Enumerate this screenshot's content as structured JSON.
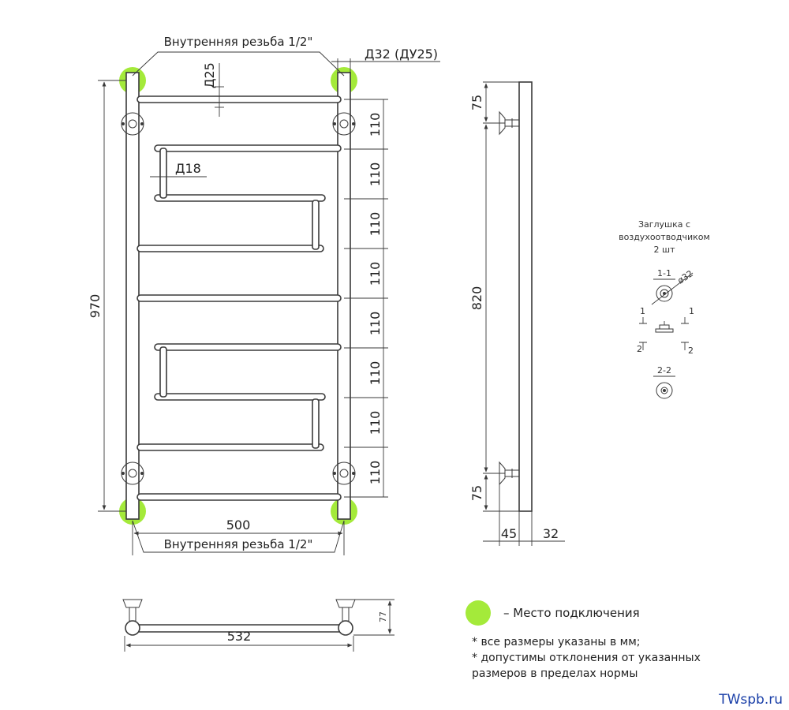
{
  "front_view": {
    "thread_top_label": "Внутренняя резьба 1/2\"",
    "thread_bottom_label": "Внутренняя резьба 1/2\"",
    "pipe_d32_label": "Д32 (ДУ25)",
    "rail_d25_label": "Д25",
    "rail_d18_label": "Д18",
    "height_label": "970",
    "width_label": "500",
    "step_labels": [
      "110",
      "110",
      "110",
      "110",
      "110",
      "110",
      "110",
      "110"
    ]
  },
  "side_view": {
    "top_offset_label": "75",
    "mid_label": "820",
    "bottom_offset_label": "75",
    "depth_label": "45",
    "pipe_label": "32"
  },
  "plug_detail": {
    "title_lines": [
      "Заглушка с",
      "воздухоотводчиком",
      "2 шт"
    ],
    "section_1_label": "1-1",
    "diameter_label": "ø32",
    "section_2_label": "2-2",
    "mark_1": "1",
    "mark_2": "2"
  },
  "top_view": {
    "width_label": "532",
    "depth_label": "77"
  },
  "legend": {
    "marker_color": "#a4ea3a",
    "text": "– Место подключения"
  },
  "notes": [
    "* все размеры указаны в мм;",
    "* допустимы отклонения от указанных",
    "размеров в пределах нормы"
  ],
  "watermark": "TWspb.ru"
}
